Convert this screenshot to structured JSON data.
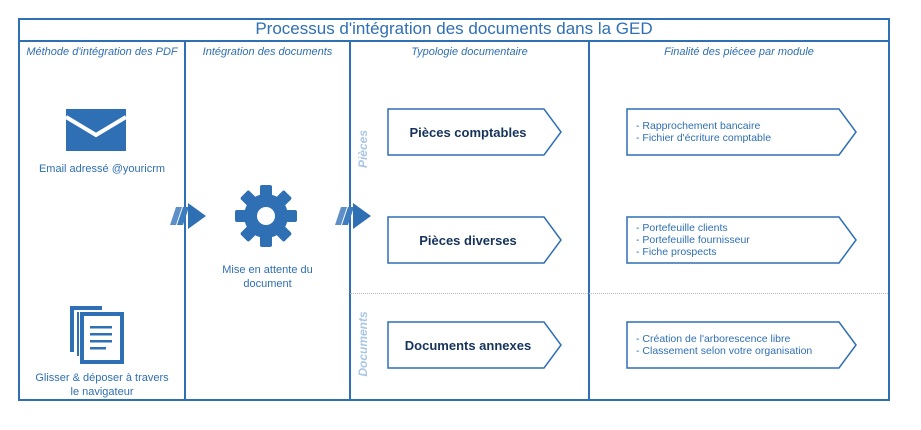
{
  "title": "Processus d'intégration des documents dans la GED",
  "columns": [
    "Méthode d'intégration des PDF",
    "Intégration des documents",
    "Typologie documentaire",
    "Finalité des piécee par module"
  ],
  "methods": {
    "email_label": "Email adressé @youricrm",
    "dragdrop_line1": "Glisser & déposer à travers",
    "dragdrop_line2": "le navigateur"
  },
  "integration": {
    "line1": "Mise en attente du",
    "line2": "document"
  },
  "sections": {
    "pieces": "Pièces",
    "documents": "Documents"
  },
  "types": [
    "Pièces comptables",
    "Pièces diverses",
    "Documents annexes"
  ],
  "finalites": [
    [
      "- Rapprochement bancaire",
      "- Fichier d'écriture comptable"
    ],
    [
      "- Portefeuille clients",
      "- Portefeuille fournisseur",
      "- Fiche prospects"
    ],
    [
      "- Création de l'arborescence libre",
      "- Classement selon votre organisation"
    ]
  ],
  "colors": {
    "primary": "#2f6fb3",
    "dark_text": "#16335c",
    "section_label": "#a9c6e6"
  }
}
